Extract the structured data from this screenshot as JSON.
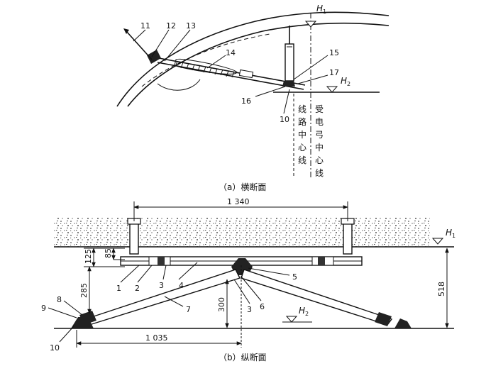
{
  "caption_a": "（a）横断面",
  "caption_b": "（b）纵断面",
  "vertical_text_left": [
    "线",
    "路",
    "中",
    "心",
    "线"
  ],
  "vertical_text_right": [
    "受",
    "电",
    "弓",
    "中",
    "心",
    "线"
  ],
  "level_markers": {
    "h1": {
      "base": "H",
      "sub": "1"
    },
    "h2": {
      "base": "H",
      "sub": "2"
    }
  },
  "callouts_a": [
    "11",
    "12",
    "13",
    "14",
    "15",
    "17",
    "16",
    "10"
  ],
  "callouts_b": [
    "1",
    "2",
    "3",
    "4",
    "5",
    "6",
    "3",
    "7",
    "8",
    "9",
    "10"
  ],
  "dimensions": {
    "span_top": "1 340",
    "span_bottom": "1 035",
    "d125": "125",
    "d85": "85",
    "d285": "285",
    "d300": "300",
    "d518": "518"
  }
}
